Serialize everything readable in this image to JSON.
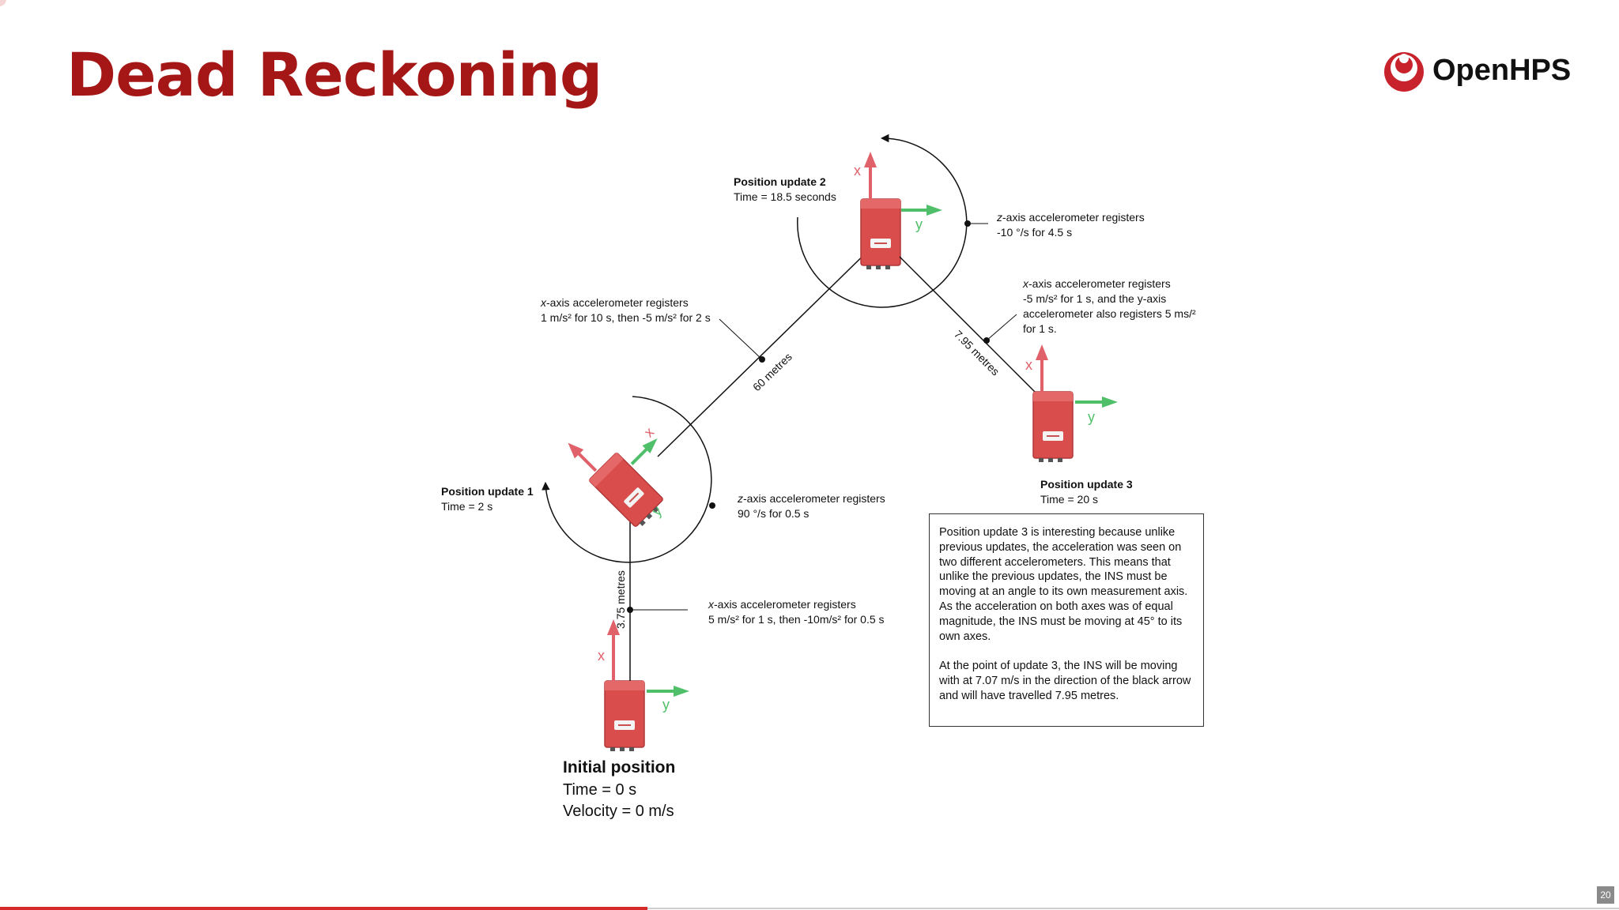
{
  "slide": {
    "title": "Dead Reckoning",
    "page_number": "20",
    "progress_fraction": 0.4
  },
  "logo": {
    "text": "OpenHPS",
    "icon": "openhps-logo-icon",
    "color": "#c8232c"
  },
  "colors": {
    "title": "#a51717",
    "device": "#d94d4d",
    "x_axis": "#e0616a",
    "y_axis": "#4fbf6a"
  },
  "diagram": {
    "axes": {
      "x": "x",
      "y": "y"
    },
    "device_icon": "ins-device-icon",
    "initial": {
      "title": "Initial position",
      "time": "Time = 0 s",
      "velocity": "Velocity = 0 m/s"
    },
    "update1": {
      "title": "Position update 1",
      "time": "Time = 2 s"
    },
    "update2": {
      "title": "Position update 2",
      "time": "Time = 18.5 seconds"
    },
    "update3": {
      "title": "Position update 3",
      "time": "Time = 20 s"
    },
    "distances": {
      "seg1": "3.75 metres",
      "seg2": "60 metres",
      "seg3": "7.95 metres"
    },
    "annotations": {
      "a1": {
        "prefix": "x",
        "line1": "-axis accelerometer registers",
        "line2": "5 m/s² for 1 s, then -10m/s² for 0.5 s"
      },
      "a2": {
        "prefix": "z",
        "line1": "-axis accelerometer registers",
        "line2": "90 °/s for 0.5 s"
      },
      "a3": {
        "prefix": "x",
        "line1": "-axis accelerometer registers",
        "line2": "1 m/s² for 10 s, then -5 m/s² for 2 s"
      },
      "a4": {
        "prefix": "z",
        "line1": "-axis accelerometer registers",
        "line2": "-10 °/s for 4.5 s"
      },
      "a5": {
        "prefix": "x",
        "line1": "-axis accelerometer registers",
        "line2": "-5 m/s² for 1 s, and the y-axis",
        "line3": "accelerometer also registers 5 ms/²",
        "line4": "for 1 s."
      }
    },
    "note": {
      "p1": "Position update 3 is interesting because unlike previous updates, the acceleration was seen on two different accelerometers. This means that unlike the previous updates, the INS must be moving at an angle to its own measurement axis. As the acceleration on both axes was of equal magnitude, the INS must be moving at 45° to its own axes.",
      "p2": "At the point of update 3, the INS will be moving with at 7.07 m/s in the direction of the black arrow and will have travelled 7.95 metres."
    }
  }
}
